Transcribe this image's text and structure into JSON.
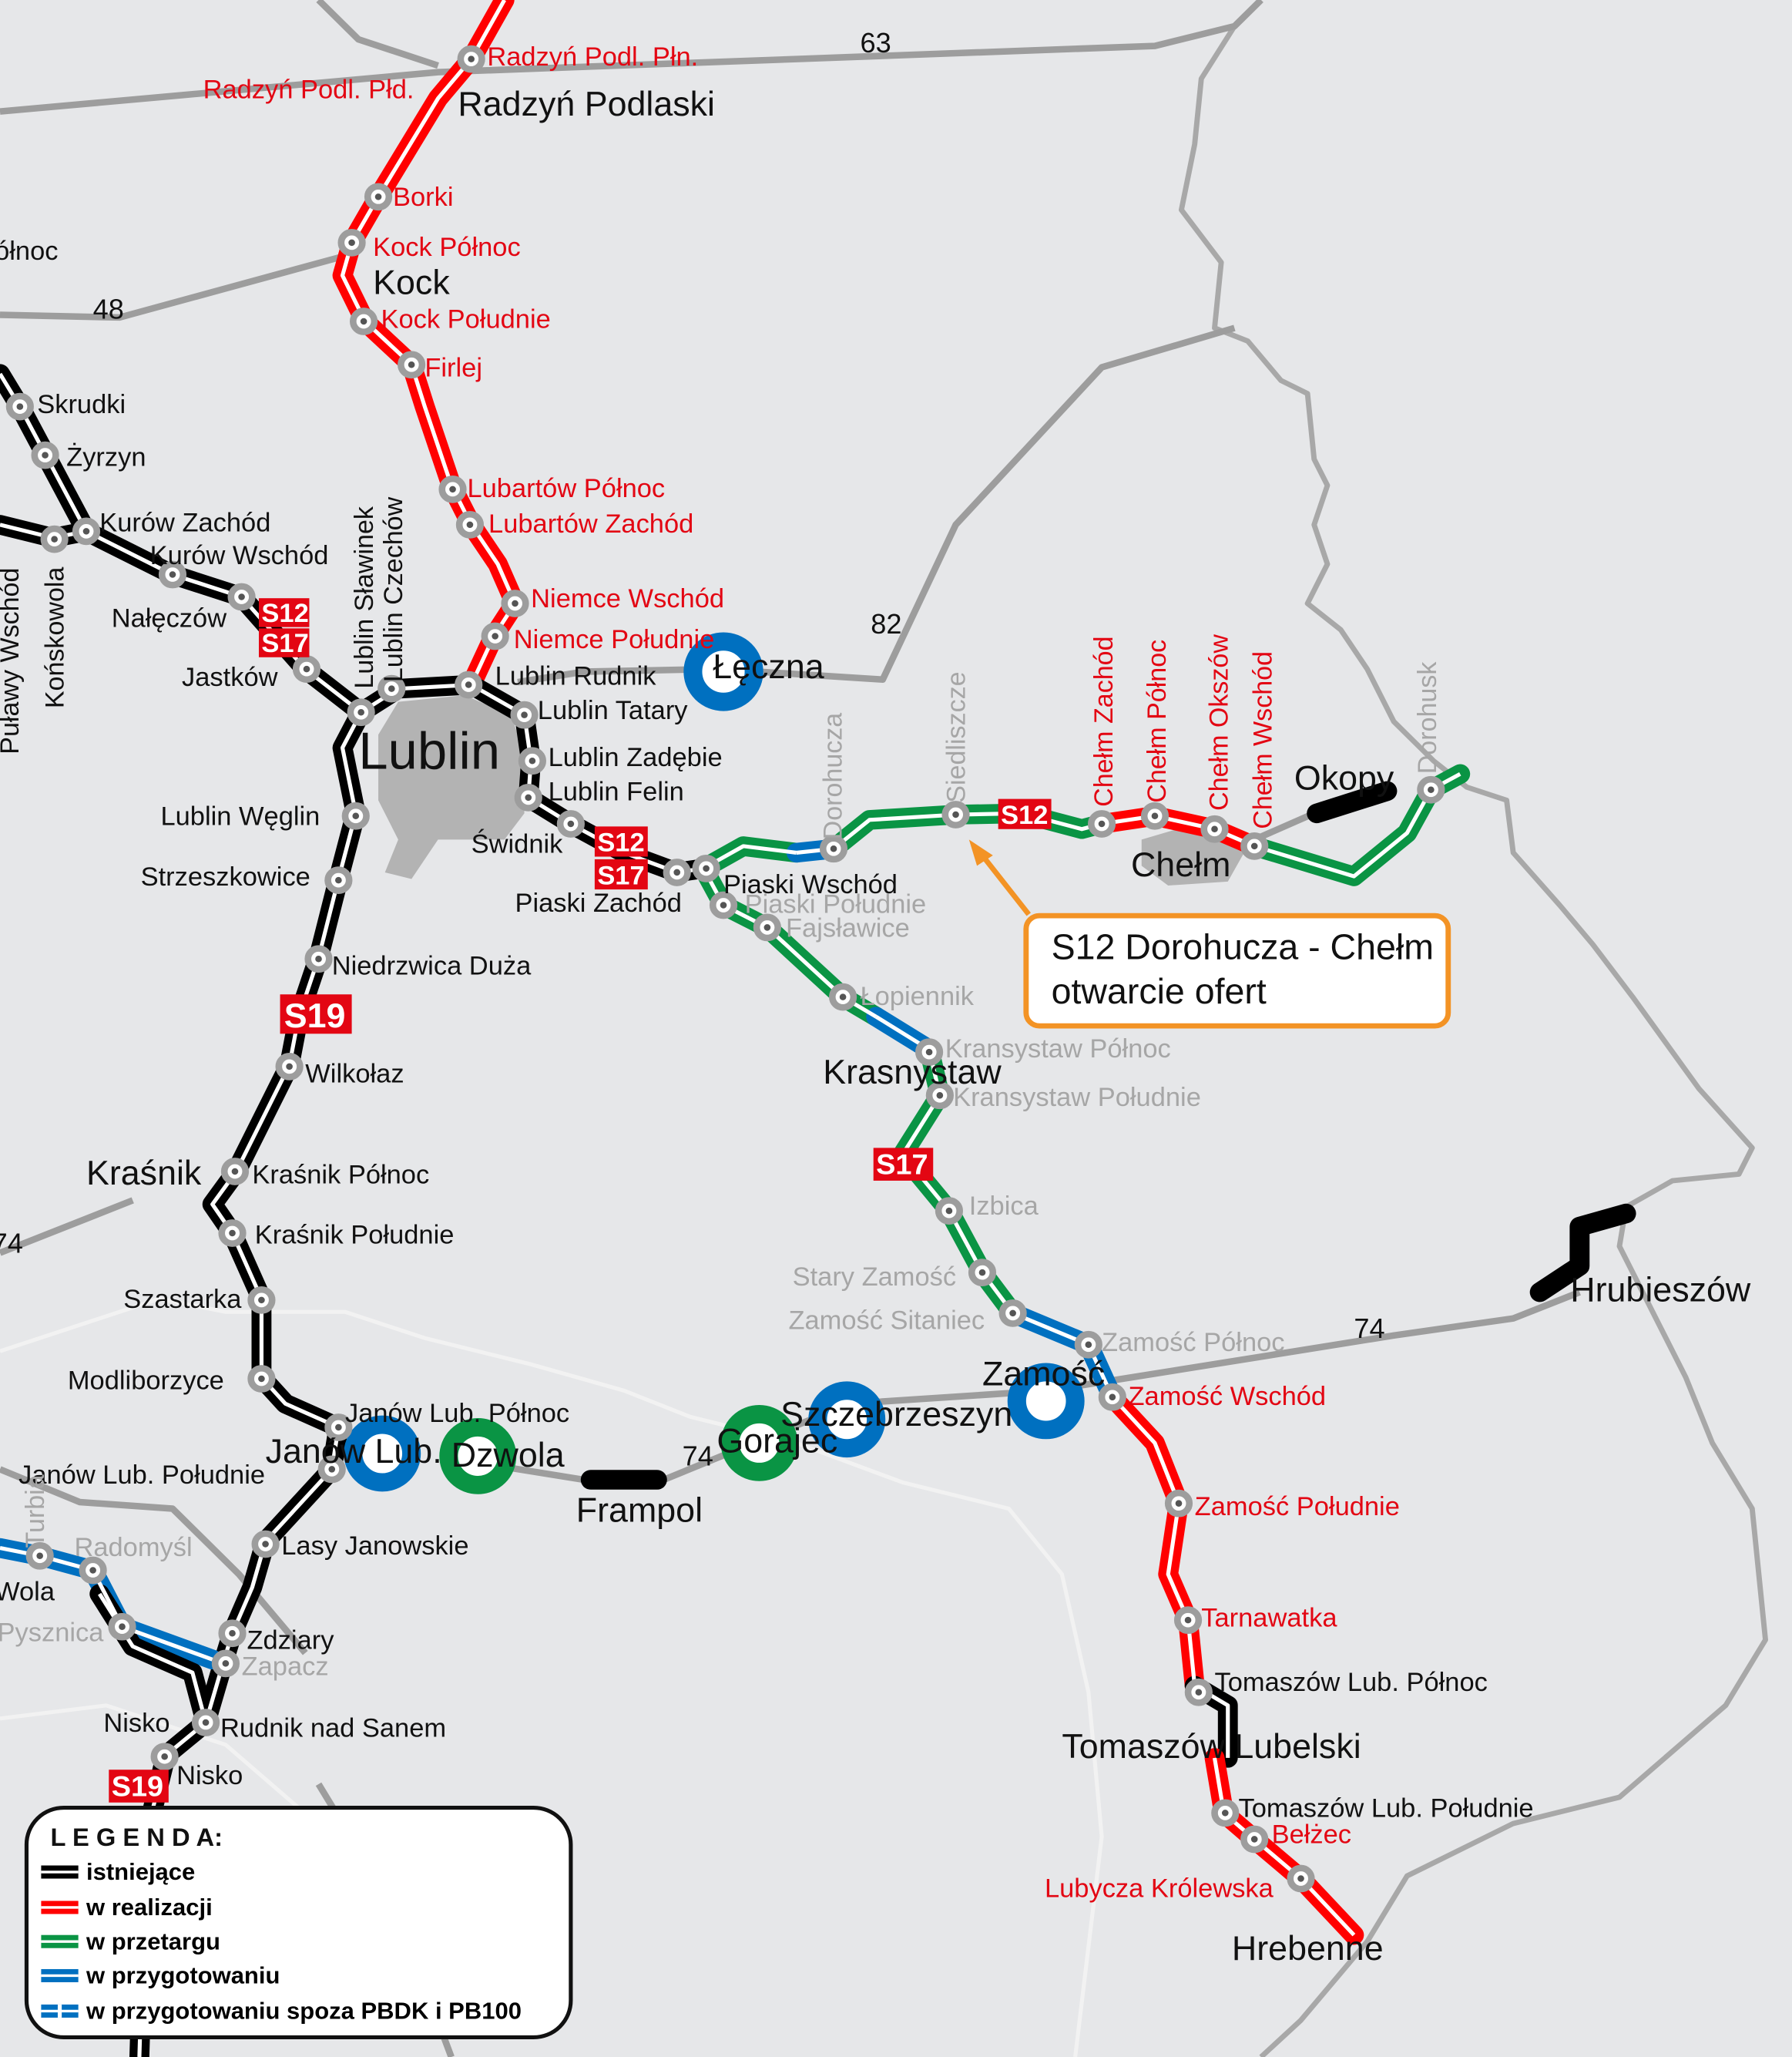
{
  "colors": {
    "existing": "#000000",
    "realization": "#ff0000",
    "tender": "#0a9444",
    "preparation": "#0070c0",
    "callout": "#f39325",
    "background": "#e6e7e9"
  },
  "road_numbers": [
    "63",
    "48",
    "82",
    "74",
    "74",
    "74"
  ],
  "badges": [
    "S12",
    "S17",
    "S12",
    "S17",
    "S19",
    "S12",
    "S17",
    "S19"
  ],
  "towns": [
    "Radzyń Podlaski",
    "Kock",
    "Lublin",
    "Łęczna",
    "Chełm",
    "Okopy",
    "Krasnystaw",
    "Kraśnik",
    "Zamość",
    "Szczebrzeszyn",
    "Gorajec",
    "Dzwola",
    "Janów Lub.",
    "Frampol",
    "Hrubieszów",
    "Tomaszów Lubelski",
    "Hrebenne"
  ],
  "existing_junctions": [
    "Skrudki",
    "Żyrzyn",
    "Kurów Zachód",
    "Kurów Wschód",
    "Nałęczów",
    "Jastków",
    "Lublin Rudnik",
    "Lublin Tatary",
    "Lublin Zadębie",
    "Lublin Felin",
    "Świdnik",
    "Piaski Zachód",
    "Piaski Wschód",
    "Lublin Węglin",
    "Strzeszkowice",
    "Niedrzwica Duża",
    "Wilkołaz",
    "Kraśnik Północ",
    "Kraśnik Południe",
    "Szastarka",
    "Modliborzyce",
    "Janów Lub. Północ",
    "Janów Lub. Południe",
    "Lasy Janowskie",
    "Zdziary",
    "Nisko",
    "Rudnik nad Sanem",
    "Nisko",
    "Tomaszów Lub. Północ",
    "Tomaszów Lub. Południe",
    "Wola",
    "ółnoc",
    "Lublin Sławinek",
    "Lublin Czechów",
    "Puławy Wschód",
    "Końskowola"
  ],
  "realization_junctions": [
    "Radzyń Podl. Płn.",
    "Radzyń Podl. Płd.",
    "Borki",
    "Kock Północ",
    "Kock Południe",
    "Firlej",
    "Lubartów Północ",
    "Lubartów Zachód",
    "Niemce Wschód",
    "Niemce Południe",
    "Zamość Wschód",
    "Zamość Południe",
    "Tarnawatka",
    "Bełżec",
    "Lubycza Królewska",
    "Chełm Zachód",
    "Chełm Północ",
    "Chełm Okszów",
    "Chełm Wschód"
  ],
  "planned_junctions": [
    "Piaski Południe",
    "Fajsławice",
    "Łopiennik",
    "Kransystaw Północ",
    "Kransystaw Południe",
    "Izbica",
    "Stary Zamość",
    "Zamość Sitaniec",
    "Zamość Północ",
    "Radomyśl",
    "Pysznica",
    "Zapacz",
    "Dorohucza",
    "Siedliszcze",
    "Dorohusk",
    "Turbia"
  ],
  "callout": {
    "line1": "S12 Dorohucza - Chełm",
    "line2": "otwarcie ofert"
  },
  "legend": {
    "title": "L E G E N D A:",
    "items": [
      {
        "label": "istniejące",
        "color": "#000000"
      },
      {
        "label": "w realizacji",
        "color": "#ff0000"
      },
      {
        "label": "w przetargu",
        "color": "#0a9444"
      },
      {
        "label": "w przygotowaniu",
        "color": "#0070c0"
      },
      {
        "label": "w przygotowaniu spoza PBDK i PB100",
        "color": "#0070c0"
      }
    ]
  }
}
